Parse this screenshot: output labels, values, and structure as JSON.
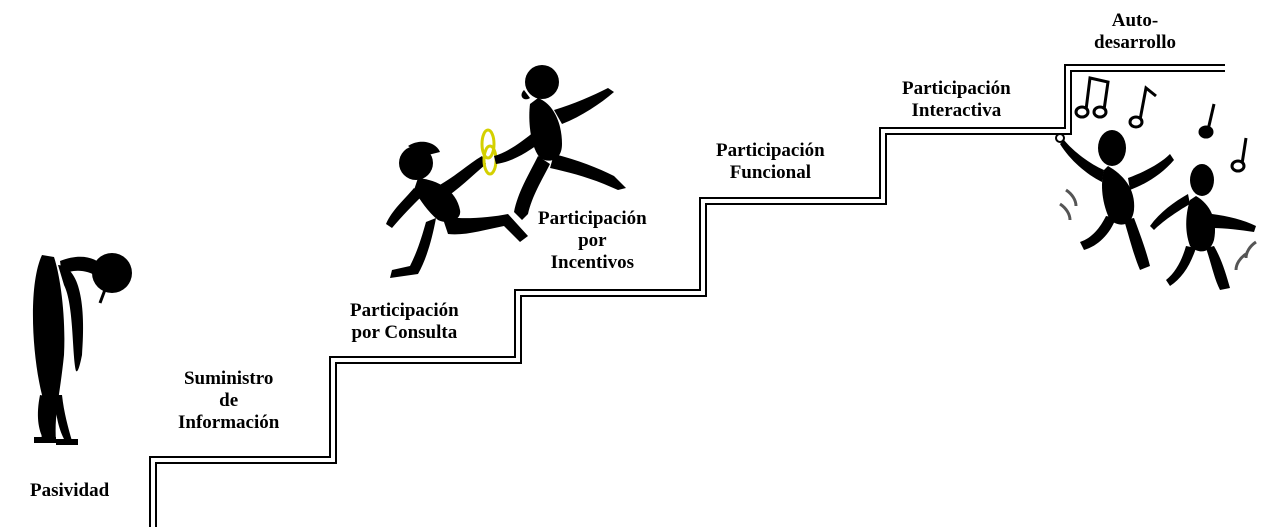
{
  "diagram": {
    "steps": [
      {
        "key": "pasividad",
        "lines": [
          "Pasividad"
        ]
      },
      {
        "key": "suministro",
        "lines": [
          "Suministro",
          "de",
          "Información"
        ]
      },
      {
        "key": "consulta",
        "lines": [
          "Participación",
          "por Consulta"
        ]
      },
      {
        "key": "incentivos",
        "lines": [
          "Participación",
          "por",
          "Incentivos"
        ]
      },
      {
        "key": "funcional",
        "lines": [
          "Participación",
          "Funcional"
        ]
      },
      {
        "key": "interactiva",
        "lines": [
          "Participación",
          "Interactiva"
        ]
      },
      {
        "key": "autodesarrollo",
        "lines": [
          "Auto-",
          "desarrollo"
        ]
      }
    ],
    "figures": {
      "passive": "slumped-person-icon",
      "runners": "relay-runners-icon",
      "dancers": "dancing-people-icon",
      "baton_color": "#d4d000",
      "note": "music-note-icon"
    }
  }
}
